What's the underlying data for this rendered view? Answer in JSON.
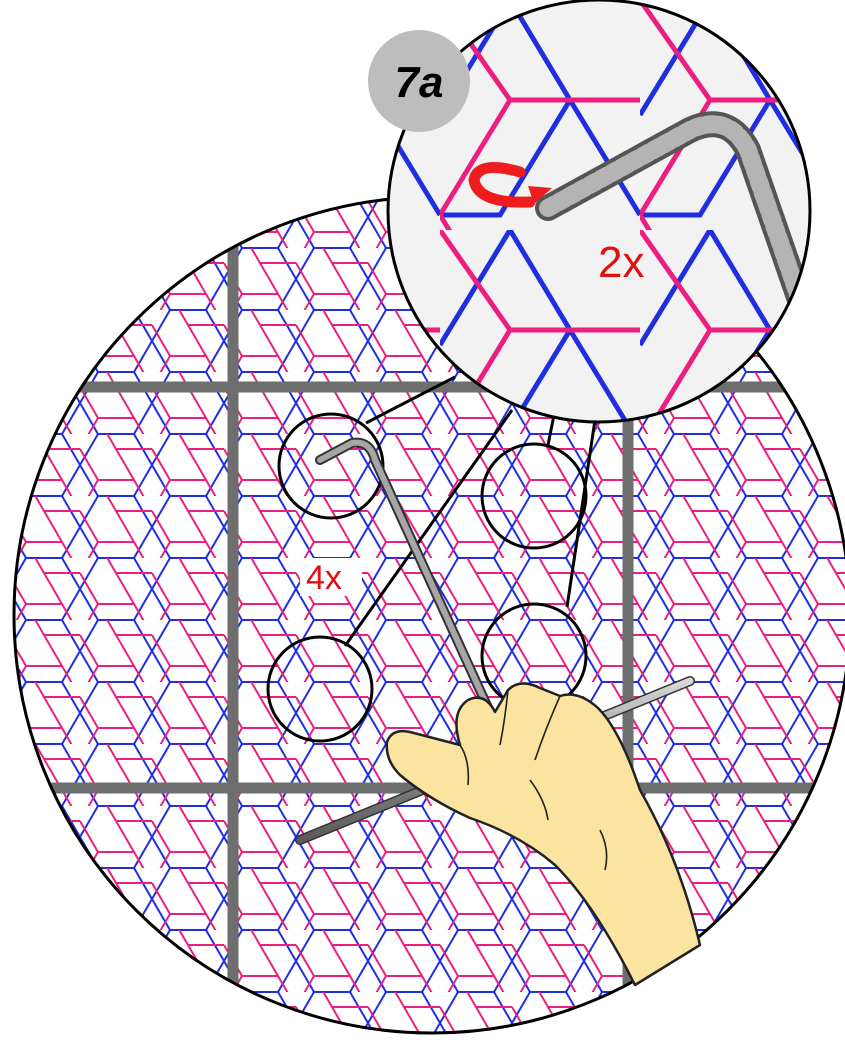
{
  "step_badge": {
    "label": "7a",
    "fill": "#bdbdbd",
    "text_color": "#000000"
  },
  "detail_count": {
    "label": "2x",
    "color": "#e01010"
  },
  "main_count": {
    "label": "4x",
    "color": "#e01010"
  },
  "colors": {
    "mesh_blue": "#1f2fe0",
    "mesh_pink": "#ec1f80",
    "rebar_grid": "#6e6e6e",
    "rebar_tie": "#9a9a9a",
    "hand": "#fbe3a0",
    "twist_arrow": "#ee1c1c"
  },
  "icons": {
    "step_badge": "grey-circle",
    "twist": "curved-arrow-icon",
    "hand": "hand-icon",
    "tie_wire": "rebar-tie-icon"
  }
}
